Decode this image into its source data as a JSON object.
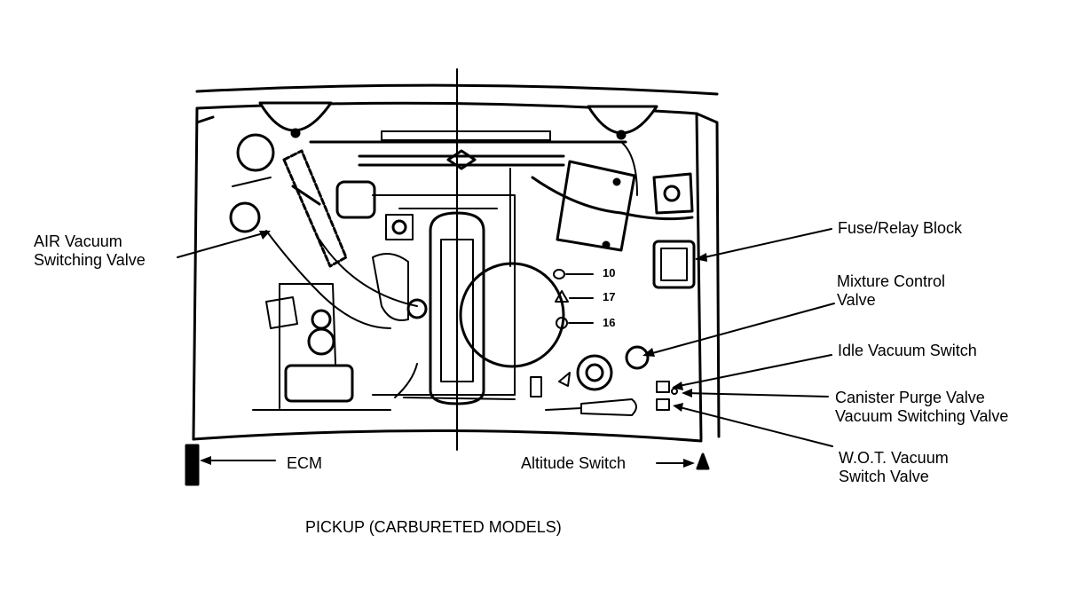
{
  "labels": {
    "air_vacuum_line1": "AIR Vacuum",
    "air_vacuum_line2": "Switching Valve",
    "fuse_relay": "Fuse/Relay Block",
    "mixture_line1": "Mixture Control",
    "mixture_line2": "Valve",
    "idle_vacuum": "Idle Vacuum Switch",
    "canister_line1": "Canister Purge Valve",
    "canister_line2": "Vacuum Switching Valve",
    "wot_line1": "W.O.T. Vacuum",
    "wot_line2": "Switch Valve",
    "ecm": "ECM",
    "altitude": "Altitude Switch"
  },
  "callouts": {
    "n10": "10",
    "n17": "17",
    "n16": "16"
  },
  "caption": "PICKUP (CARBURETED MODELS)"
}
